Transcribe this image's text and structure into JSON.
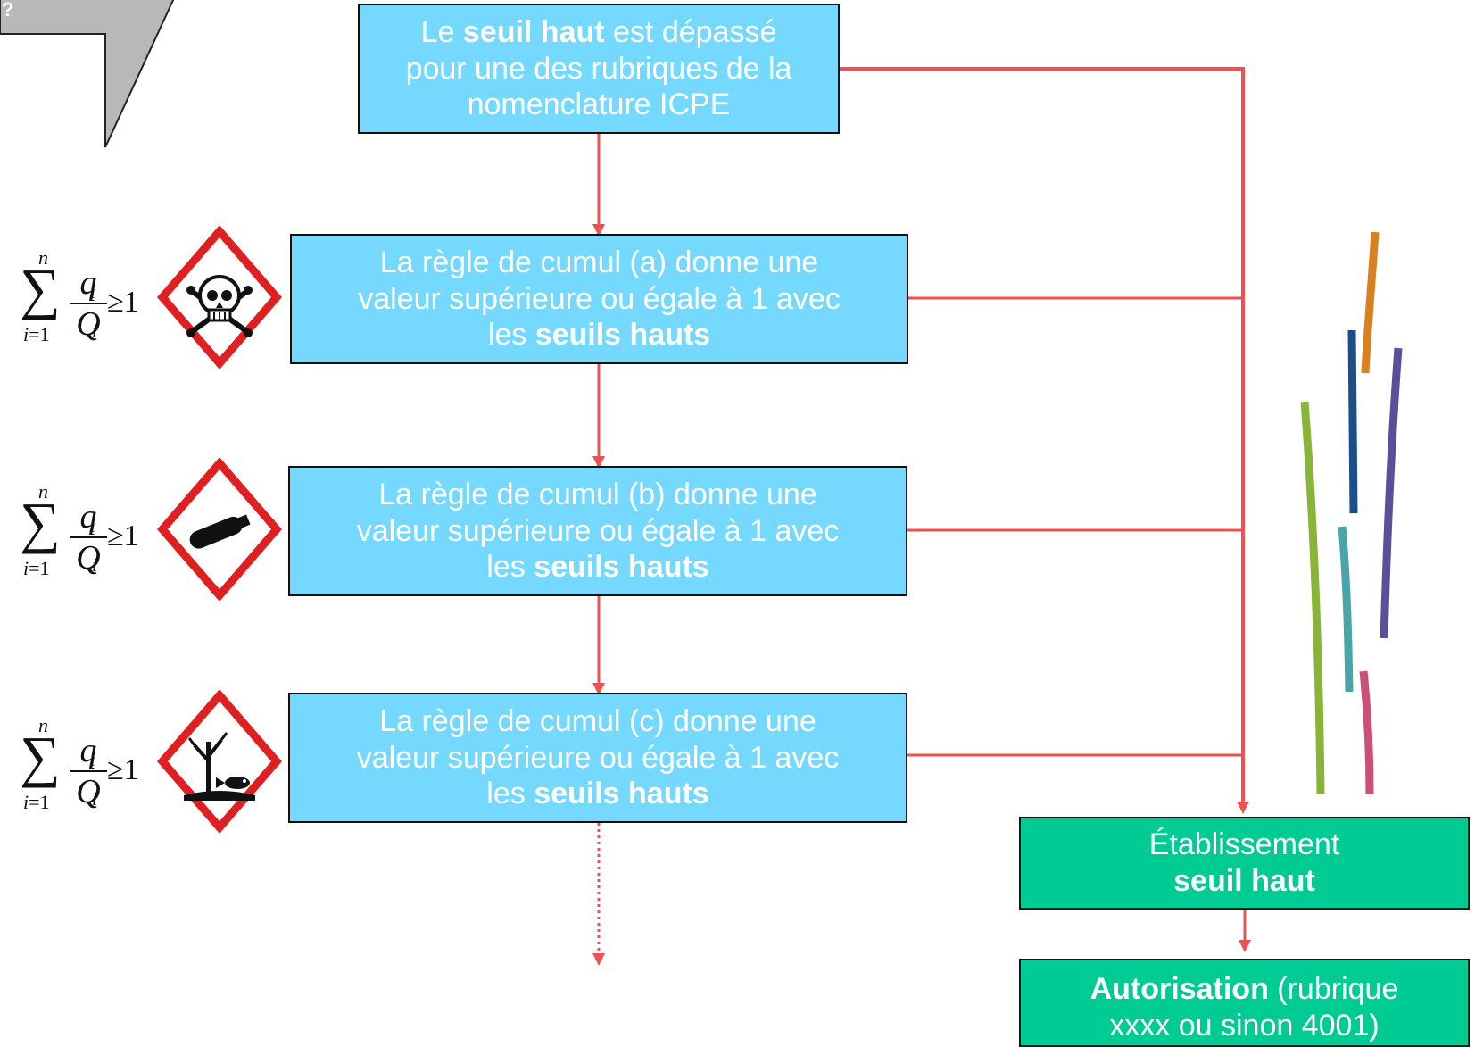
{
  "corner_glyph": "?",
  "boxes": {
    "seuil_haut": {
      "line1_pre": "Le ",
      "line1_bold": "seuil haut",
      "line1_post": " est dépassé",
      "line2": "pour une des rubriques de la",
      "line3": "nomenclature ICPE"
    },
    "cumul_a": {
      "line1": "La règle de cumul (a) donne une",
      "line2": "valeur supérieure ou égale à 1 avec",
      "line3_pre": "les ",
      "line3_bold": "seuils hauts"
    },
    "cumul_b": {
      "line1": "La règle de cumul (b) donne une",
      "line2": "valeur supérieure ou égale à 1 avec",
      "line3_pre": "les ",
      "line3_bold": "seuils hauts"
    },
    "cumul_c": {
      "line1": "La règle de cumul (c) donne une",
      "line2": "valeur supérieure ou égale à 1 avec",
      "line3_pre": "les ",
      "line3_bold": "seuils hauts"
    },
    "etablissement": {
      "line1": "Établissement",
      "line2_bold": "seuil haut"
    },
    "autorisation": {
      "line1_bold": "Autorisation",
      "line1_post": " (rubrique",
      "line2": "xxxx ou sinon 4001)"
    }
  },
  "formula": {
    "sum_symbol": "∑",
    "upper": "n",
    "lower_var": "i",
    "lower_eq": "=1",
    "numerator": "q",
    "numerator_sub": "i",
    "denominator": "Q",
    "denominator_sub": "i",
    "relation": "≥1"
  },
  "hazard_icons": [
    "skull-crossbones-icon",
    "gas-cylinder-icon",
    "environment-icon"
  ],
  "colors": {
    "box_blue": "#74d8ff",
    "box_green": "#00cb95",
    "arrow": "#f05050",
    "hazard_red": "#e02020",
    "corner_gray": "#b8b8b8"
  }
}
